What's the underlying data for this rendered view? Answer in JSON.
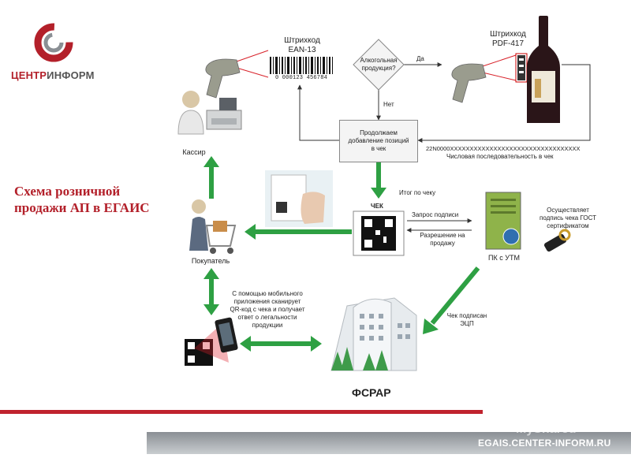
{
  "brand": {
    "name_part1": "ЦЕНТР",
    "name_part2": "ИНФОРМ",
    "color": "#b3202a"
  },
  "title_lines": [
    "Схема розничной",
    "продажи АП в ЕГАИС"
  ],
  "nodes": {
    "barcode_ean": {
      "line1": "Штрихкод",
      "line2": "EAN-13",
      "digits": "0 000123 456784"
    },
    "barcode_pdf": {
      "line1": "Штрихкод",
      "line2": "PDF-417"
    },
    "decision": {
      "line1": "Алкогольная",
      "line2": "продукция?"
    },
    "yes_label": "Да",
    "no_label": "Нет",
    "process": {
      "line1": "Продолжаем",
      "line2": "добавление позиций",
      "line3": "в чек"
    },
    "sequence": {
      "code": "22N0000XXXXXXXXXXXXXXXXXXXXXXXXXXXXXXXXX",
      "caption": "Числовая последовательность в чек"
    },
    "cashier": "Кассир",
    "receipt_total": "Итог по чеку",
    "receipt": "ЧЕК",
    "request_sign": "Запрос подписи",
    "permission_line1": "Разрешение на",
    "permission_line2": "продажу",
    "gost_line1": "Осуществляет",
    "gost_line2": "подпись чека ГОСТ",
    "gost_line3": "сертификатом",
    "utm": "ПК с УТМ",
    "buyer": "Покупатель",
    "mobile_lines": [
      "С помощью мобильного",
      "приложения сканирует",
      "QR-код с чека и получает",
      "ответ о легальности",
      "продукции"
    ],
    "signed_line1": "Чек подписан",
    "signed_line2": "ЭЦП",
    "fsrar": "ФСРАР"
  },
  "footer": {
    "url": "EGAIS.CENTER-INFORM.RU",
    "watermark": "MyShared"
  },
  "colors": {
    "arrow_green": "#2ea043",
    "accent_red": "#c0232e",
    "bar_gray": "#9ea3a7"
  }
}
